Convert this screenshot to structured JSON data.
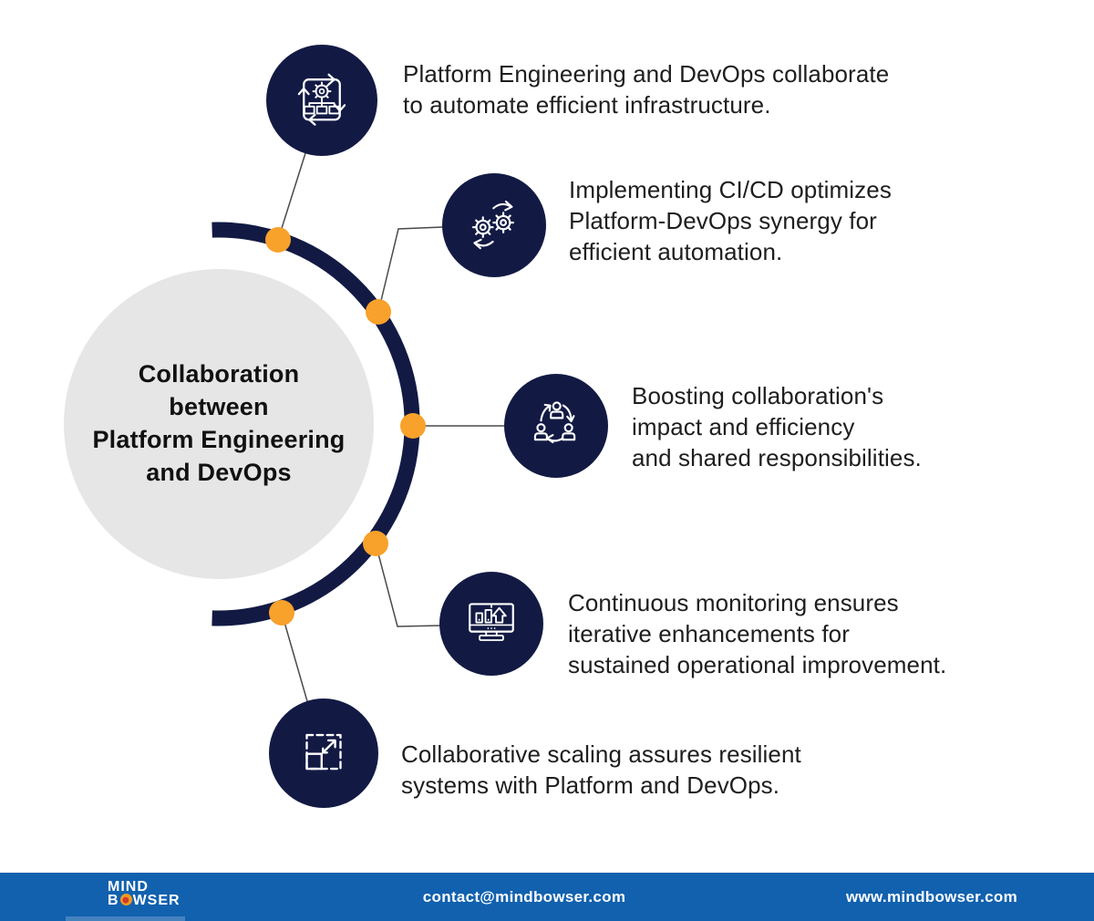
{
  "title": "Collaboration\nbetween\nPlatform Engineering\nand DevOps",
  "items": [
    {
      "icon": "process-automation-icon",
      "text": "Platform Engineering and DevOps collaborate\nto automate efficient infrastructure."
    },
    {
      "icon": "cicd-gears-icon",
      "text": "Implementing CI/CD optimizes\nPlatform-DevOps synergy for\nefficient automation."
    },
    {
      "icon": "team-collaboration-icon",
      "text": "Boosting collaboration's\nimpact and efficiency\nand shared responsibilities."
    },
    {
      "icon": "monitoring-icon",
      "text": "Continuous monitoring ensures\niterative enhancements for\nsustained operational improvement."
    },
    {
      "icon": "scaling-icon",
      "text": "Collaborative scaling assures resilient\nsystems with Platform and DevOps."
    }
  ],
  "footer": {
    "logo_line1": "MIND",
    "logo_b": "B",
    "logo_rest": "WSER",
    "email": "contact@mindbowser.com",
    "website": "www.mindbowser.com"
  },
  "colors": {
    "navy": "#121a44",
    "orange": "#f8a12b",
    "gray": "#e6e6e6",
    "footer_blue": "#1161ae",
    "text": "#1e1e1e",
    "line": "#4a4a4a"
  }
}
